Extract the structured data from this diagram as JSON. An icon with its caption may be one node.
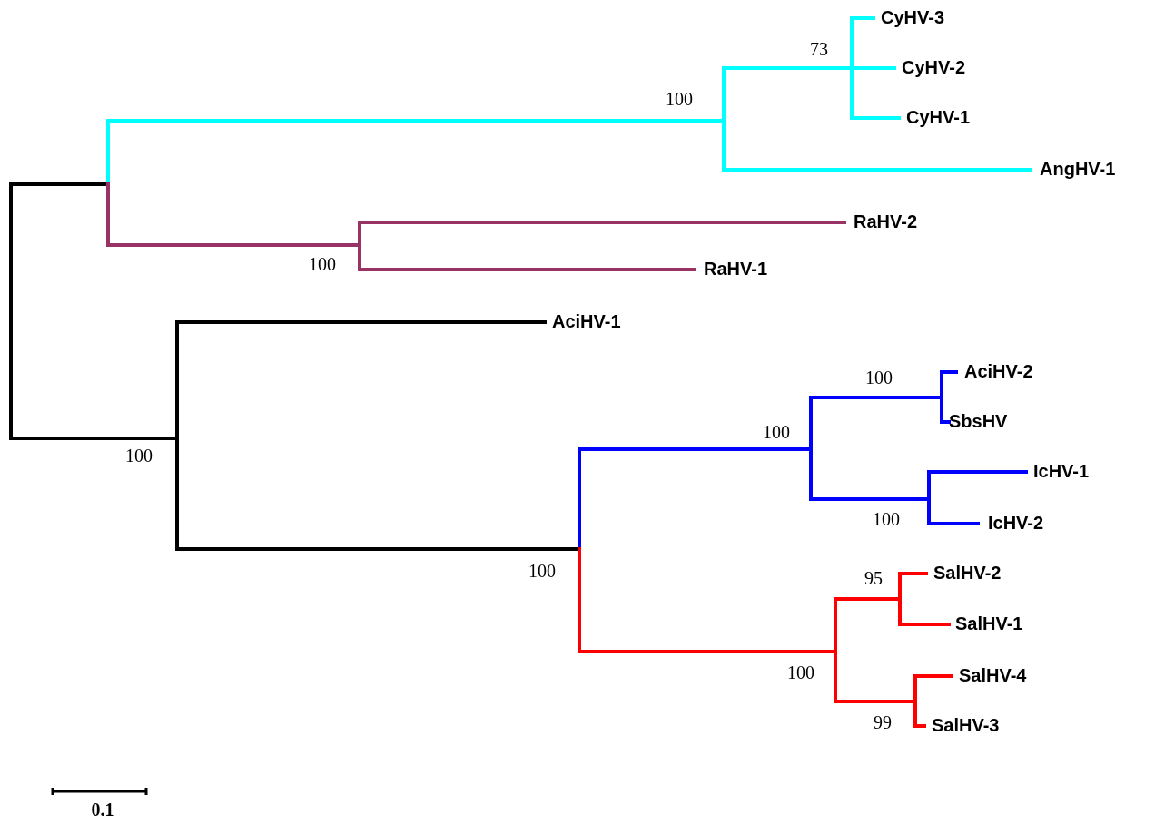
{
  "diagram": {
    "labels": [
      "CyHV-3",
      "73",
      "CyHV-2",
      "100",
      "CyHV-1",
      "AngHV-1",
      "RaHV-2",
      "100",
      "RaHV-1",
      "AciHV-1",
      "AciHV-2",
      "100",
      "SbsHV",
      "100",
      "100",
      "IcHV-1",
      "100",
      "IcHV-2",
      "100",
      "SalHV-2",
      "95",
      "SalHV-1",
      "100",
      "SalHV-4",
      "99",
      "SalHV-3",
      "0.1"
    ]
  }
}
